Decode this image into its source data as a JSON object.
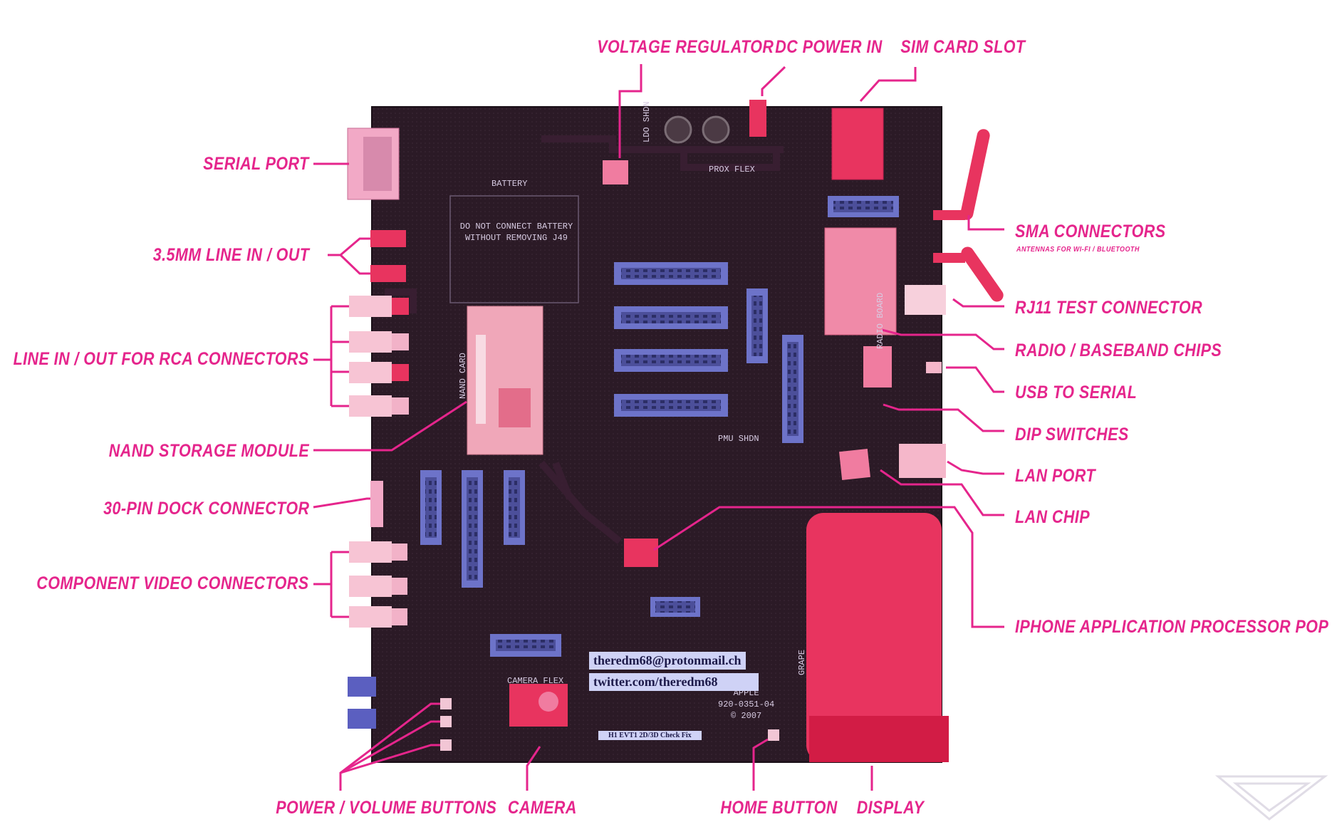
{
  "colors": {
    "accent": "#e5258c",
    "board": "#2b1a26",
    "connector": "#6d73c9",
    "component": "#f06a8e"
  },
  "labels": {
    "voltage_regulator": "VOLTAGE REGULATOR",
    "dc_power_in": "DC POWER IN",
    "sim_card_slot": "SIM CARD SLOT",
    "serial_port": "SERIAL PORT",
    "line_in_out_35mm": "3.5MM LINE IN / OUT",
    "rca_connectors": "LINE IN / OUT FOR RCA CONNECTORS",
    "nand_storage": "NAND STORAGE MODULE",
    "dock_connector": "30-PIN DOCK CONNECTOR",
    "component_video": "COMPONENT VIDEO CONNECTORS",
    "power_volume": "POWER / VOLUME BUTTONS",
    "camera": "CAMERA",
    "home_button": "HOME BUTTON",
    "display": "DISPLAY",
    "sma_connectors": "SMA CONNECTORS",
    "sma_sub": "ANTENNAS FOR WI-FI / BLUETOOTH",
    "rj11": "RJ11 TEST CONNECTOR",
    "radio_chips": "RADIO / BASEBAND CHIPS",
    "usb_serial": "USB TO SERIAL",
    "dip_switches": "DIP SWITCHES",
    "lan_port": "LAN PORT",
    "lan_chip": "LAN CHIP",
    "app_processor": "IPHONE APPLICATION PROCESSOR POP STACK"
  },
  "board_text": {
    "battery": "BATTERY",
    "do_not_connect": "DO NOT CONNECT BATTERY\nWITHOUT REMOVING J49",
    "ldo_shdn": "LDO SHDN",
    "prox_flex": "PROX FLEX",
    "nand_card": "NAND CARD",
    "pmu_shdn": "PMU SHDN",
    "radio_board": "RADIO BOARD",
    "camera_flex": "CAMERA FLEX",
    "grape": "GRAPE",
    "apple_info": "APPLE\n920-0351-04\n© 2007",
    "flex_label": "H1 EVT1 2D/3D Check Fix"
  },
  "stickers": {
    "email": "theredm68@protonmail.ch",
    "twitter": "twitter.com/theredm68"
  }
}
